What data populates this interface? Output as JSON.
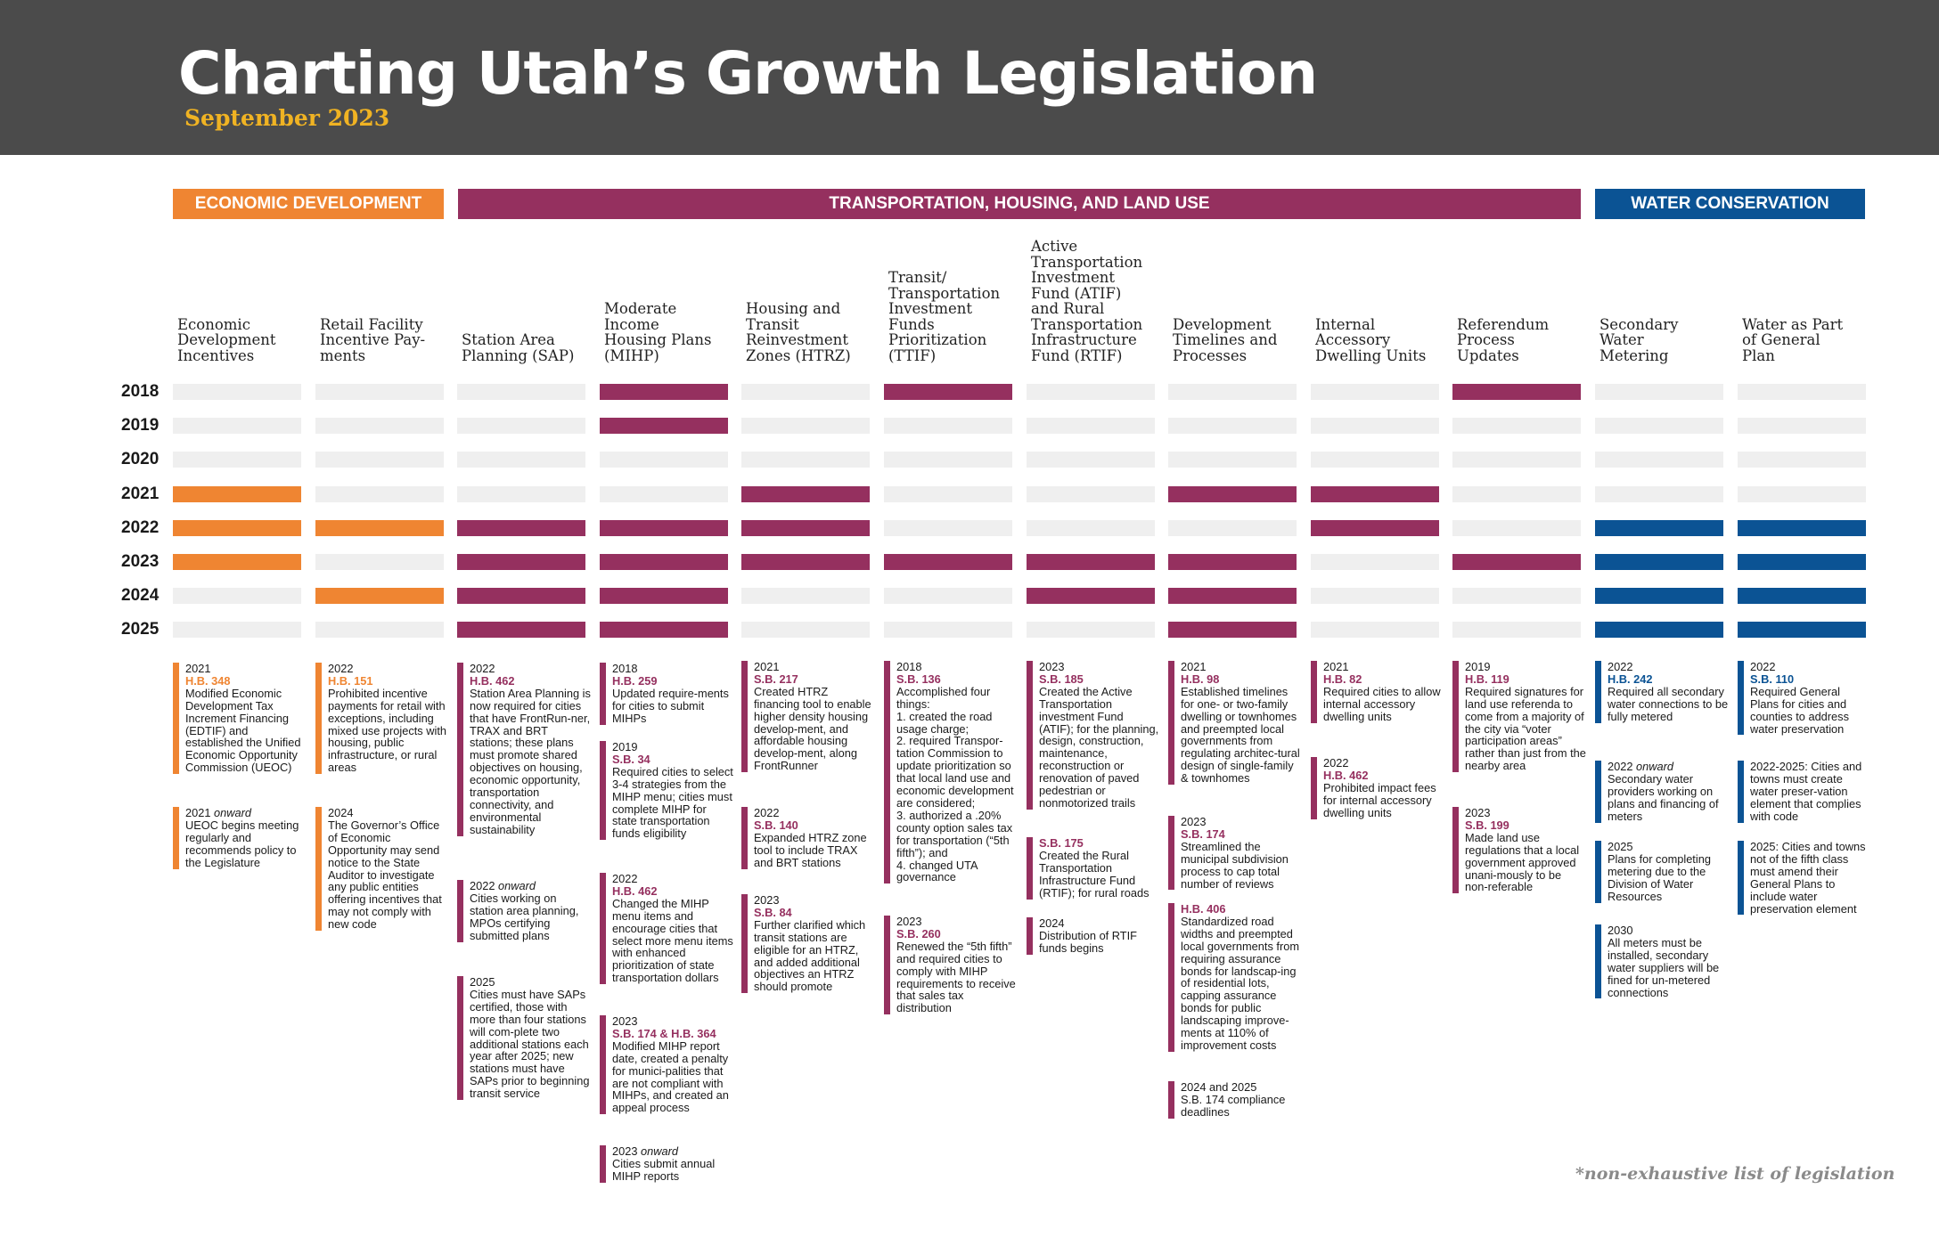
{
  "header": {
    "title": "Charting Utah’s Growth Legislation",
    "subtitle": "September 2023"
  },
  "colors": {
    "header_bg": "#4b4b4b",
    "subtitle": "#f0b323",
    "economic": "#ef8532",
    "transportation": "#95305f",
    "water": "#0b5394",
    "empty_cell": "#efefef"
  },
  "categories": [
    {
      "label": "ECONOMIC DEVELOPMENT",
      "color": "#ef8532"
    },
    {
      "label": "TRANSPORTATION, HOUSING, AND LAND USE",
      "color": "#95305f"
    },
    {
      "label": "WATER CONSERVATION",
      "color": "#0b5394"
    }
  ],
  "years": [
    "2018",
    "2019",
    "2020",
    "2021",
    "2022",
    "2023",
    "2024",
    "2025"
  ],
  "columns": [
    {
      "title": "Economic\nDevelopment\nIncentives",
      "color": "#ef8532",
      "active_years": [
        "2021",
        "2022",
        "2023"
      ],
      "entries": [
        {
          "year": "2021",
          "bill": "H.B. 348",
          "text": "Modified Economic Development Tax Increment Financing (EDTIF) and established the Unified Economic Opportunity Commission (UEOC)"
        },
        {
          "year": "2021",
          "onward": "onward",
          "bill": "",
          "text": "UEOC begins meeting regularly and recommends policy to the Legislature"
        }
      ]
    },
    {
      "title": "Retail Facility\nIncentive Pay-\nments",
      "color": "#ef8532",
      "active_years": [
        "2022",
        "2024"
      ],
      "entries": [
        {
          "year": "2022",
          "bill": "H.B. 151",
          "text": "Prohibited incentive payments for retail with exceptions, including mixed use projects with housing, public infrastructure, or rural areas"
        },
        {
          "year": "2024",
          "bill": "",
          "text": "The Governor’s Office of Economic Opportunity may send notice to the State Auditor to investigate any public entities offering incentives that may not comply with new code"
        }
      ]
    },
    {
      "title": "Station Area\nPlanning (SAP)",
      "color": "#95305f",
      "active_years": [
        "2022",
        "2023",
        "2024",
        "2025"
      ],
      "entries": [
        {
          "year": "2022",
          "bill": "H.B. 462",
          "text": "Station Area Planning is now required for cities that have FrontRun-ner, TRAX and BRT stations; these plans must promote shared objectives on housing, economic opportunity, transportation connectivity, and environmental sustainability"
        },
        {
          "year": "2022",
          "onward": "onward",
          "bill": "",
          "text": "Cities working on station area planning, MPOs certifying submitted plans"
        },
        {
          "year": "2025",
          "bill": "",
          "text": "Cities must have SAPs certified, those with more than four stations will com-plete two additional stations each year after 2025; new stations must have SAPs prior to beginning transit service"
        }
      ]
    },
    {
      "title": "Moderate\nIncome\nHousing Plans\n(MIHP)",
      "color": "#95305f",
      "active_years": [
        "2018",
        "2019",
        "2022",
        "2023",
        "2024",
        "2025"
      ],
      "entries": [
        {
          "year": "2018",
          "bill": "H.B. 259",
          "text": "Updated require-ments for cities to submit MIHPs"
        },
        {
          "year": "2019",
          "bill": "S.B. 34",
          "text": "Required cities to select 3-4 strategies from the MIHP menu; cities must complete MIHP for state transportation funds eligibility"
        },
        {
          "year": "2022",
          "bill": "H.B. 462",
          "text": "Changed the MIHP menu items and encourage cities that select more menu items with enhanced prioritization of state transportation dollars"
        },
        {
          "year": "2023",
          "bill": "S.B. 174 & H.B. 364",
          "text": "Modified MIHP report date, created a penalty for munici-palities that are not compliant with MIHPs, and created an appeal process"
        },
        {
          "year": "2023",
          "onward": "onward",
          "bill": "",
          "text": "Cities submit annual MIHP reports"
        }
      ]
    },
    {
      "title": "Housing and\nTransit\nReinvestment\nZones (HTRZ)",
      "color": "#95305f",
      "active_years": [
        "2021",
        "2022",
        "2023"
      ],
      "entries": [
        {
          "year": "2021",
          "bill": "S.B. 217",
          "text": "Created HTRZ financing tool to enable higher density housing develop-ment, and affordable housing develop-ment, along FrontRunner"
        },
        {
          "year": "2022",
          "bill": "S.B. 140",
          "text": "Expanded HTRZ zone tool to include TRAX and BRT stations"
        },
        {
          "year": "2023",
          "bill": "S.B. 84",
          "text": "Further clarified which transit stations are eligible for an HTRZ, and added additional objectives an HTRZ should promote"
        }
      ]
    },
    {
      "title": "Transit/\nTransportation\nInvestment\nFunds\nPrioritization\n(TTIF)",
      "color": "#95305f",
      "active_years": [
        "2018",
        "2023"
      ],
      "entries": [
        {
          "year": "2018",
          "bill": "S.B. 136",
          "text": "Accomplished four things:\n1. created the road usage charge;\n2. required Transpor-tation Commission to update prioritization so that local land use and economic development are considered;\n3. authorized a .20% county option sales tax for transportation (“5th fifth”); and\n4. changed UTA governance"
        },
        {
          "year": "2023",
          "bill": "S.B. 260",
          "text": "Renewed the “5th fifth” and required cities to comply with MIHP requirements to receive that sales tax distribution"
        }
      ]
    },
    {
      "title": "Active\nTransportation\nInvestment\nFund (ATIF)\nand Rural\nTransportation\nInfrastructure\nFund (RTIF)",
      "color": "#95305f",
      "active_years": [
        "2023",
        "2024"
      ],
      "entries": [
        {
          "year": "2023",
          "bill": "S.B. 185",
          "text": "Created the Active Transportation investment Fund (ATIF); for the planning, design, construction, maintenance, reconstruction or renovation of paved pedestrian or nonmotorized trails"
        },
        {
          "year": "",
          "bill": "S.B. 175",
          "text": "Created the Rural Transportation Infrastructure Fund (RTIF); for rural roads"
        },
        {
          "year": "2024",
          "bill": "",
          "text": "Distribution of RTIF funds begins"
        }
      ]
    },
    {
      "title": "Development\nTimelines and\nProcesses",
      "color": "#95305f",
      "active_years": [
        "2021",
        "2023",
        "2024",
        "2025"
      ],
      "entries": [
        {
          "year": "2021",
          "bill": "H.B. 98",
          "text": "Established timelines for one- or two-family dwelling or townhomes and preempted local governments from regulating architec-tural design of single-family & townhomes"
        },
        {
          "year": "2023",
          "bill": "S.B. 174",
          "text": "Streamlined the municipal subdivision process to cap total number of reviews"
        },
        {
          "year": "",
          "bill": "H.B. 406",
          "text": "Standardized road widths and preempted local governments from requiring assurance bonds for landscap-ing of residential lots, capping assurance bonds for public landscaping improve-ments at 110% of improvement costs"
        },
        {
          "year": "2024 and 2025",
          "bill": "",
          "text": "S.B. 174 compliance deadlines"
        }
      ]
    },
    {
      "title": "Internal\nAccessory\nDwelling Units",
      "color": "#95305f",
      "active_years": [
        "2021",
        "2022"
      ],
      "entries": [
        {
          "year": "2021",
          "bill": "H.B. 82",
          "text": "Required cities to allow internal accessory dwelling units"
        },
        {
          "year": "2022",
          "bill": "H.B. 462",
          "text": "Prohibited impact fees for internal accessory dwelling units"
        }
      ]
    },
    {
      "title": "Referendum\nProcess\nUpdates",
      "color": "#95305f",
      "active_years": [
        "2018",
        "2023"
      ],
      "entries": [
        {
          "year": "2019",
          "bill": "H.B. 119",
          "text": "Required signatures for land use referenda to come from a majority of the city via “voter participation areas” rather than just from the nearby area"
        },
        {
          "year": "2023",
          "bill": "S.B. 199",
          "text": "Made land use regulations that a local government approved unani-mously to be non-referable"
        }
      ]
    },
    {
      "title": "Secondary\nWater\nMetering",
      "color": "#0b5394",
      "active_years": [
        "2022",
        "2023",
        "2024",
        "2025"
      ],
      "entries": [
        {
          "year": "2022",
          "bill": "H.B. 242",
          "text": "Required all secondary water connections to be fully metered"
        },
        {
          "year": "2022",
          "onward": "onward",
          "bill": "",
          "text": "Secondary water providers working on plans and financing of meters"
        },
        {
          "year": "2025",
          "bill": "",
          "text": "Plans for completing metering due to the Division of Water Resources"
        },
        {
          "year": "2030",
          "bill": "",
          "text": "All meters must be installed, secondary water suppliers will be fined for un-metered connections"
        }
      ]
    },
    {
      "title": "Water as Part\nof General\nPlan",
      "color": "#0b5394",
      "active_years": [
        "2022",
        "2023",
        "2024",
        "2025"
      ],
      "entries": [
        {
          "year": "2022",
          "bill": "S.B. 110",
          "text": "Required General Plans for cities and counties to address water preservation"
        },
        {
          "year": "",
          "bill": "",
          "text": "2022-2025: Cities and towns must create water preser-vation element that complies with code"
        },
        {
          "year": "",
          "bill": "",
          "text": "2025: Cities and towns not of the fifth class must amend their General Plans to include water preservation element"
        }
      ]
    }
  ],
  "footnote": "*non-exhaustive list of legislation"
}
